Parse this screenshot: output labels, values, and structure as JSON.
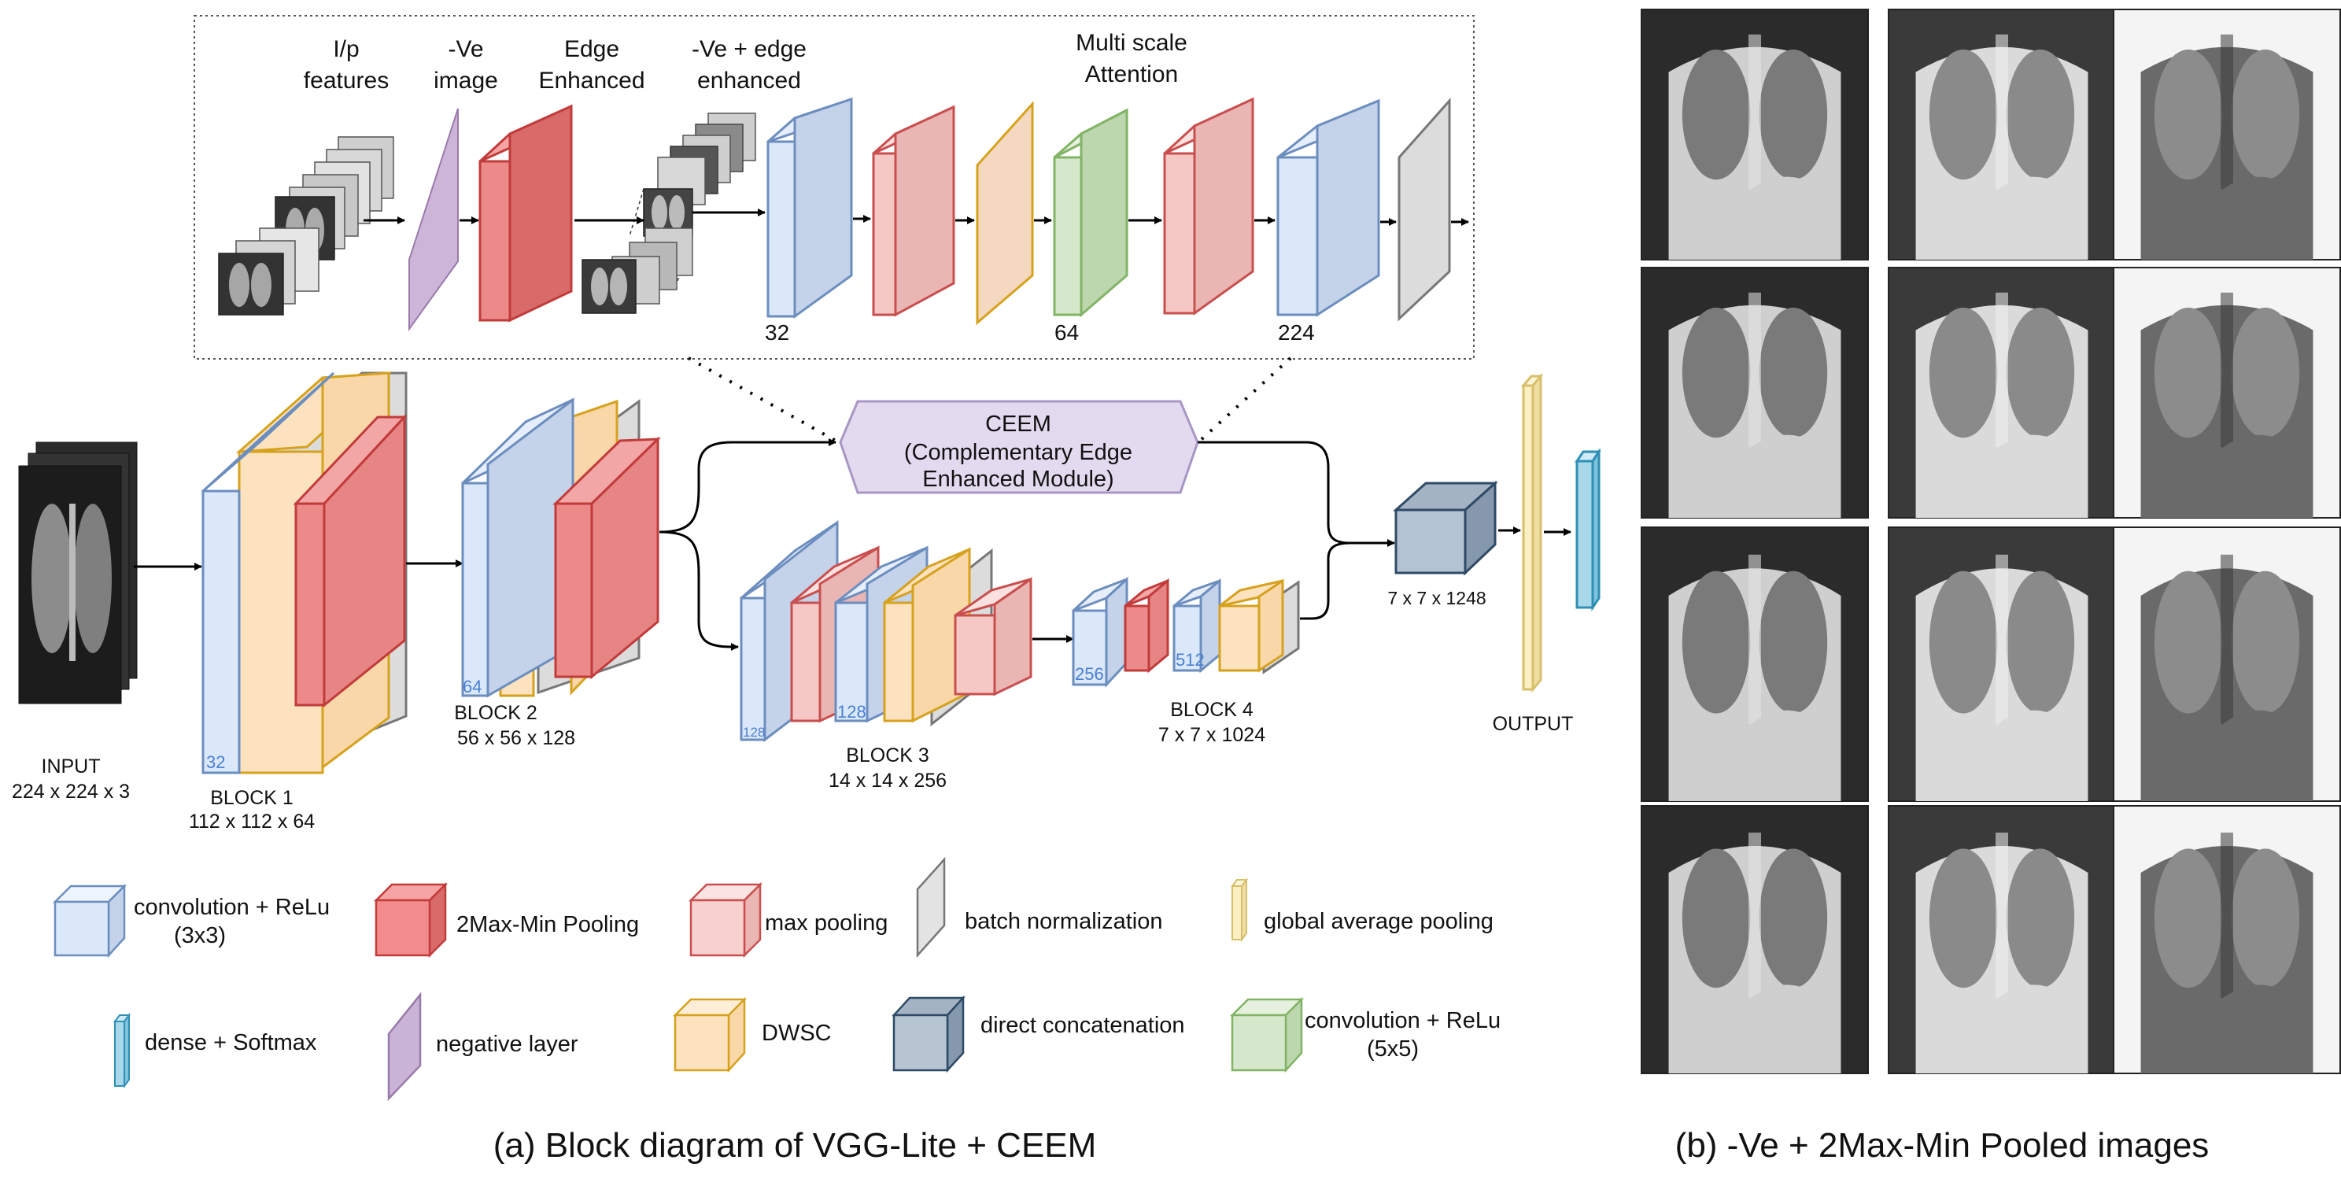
{
  "ceem_detail": {
    "labels": [
      "I/p",
      "features",
      "-Ve",
      "image",
      "Edge",
      "Enhanced",
      "-Ve + edge",
      "enhanced",
      "Multi scale",
      "Attention"
    ],
    "numbers": [
      "32",
      "64",
      "224"
    ]
  },
  "ceem_module": {
    "line1": "CEEM",
    "line2": "(Complementary Edge",
    "line3": "Enhanced Module)"
  },
  "input": {
    "title": "INPUT",
    "dims": "224 x 224 x 3"
  },
  "blocks": [
    {
      "title": "BLOCK 1",
      "dims": "112 x 112 x 64",
      "channels": "32"
    },
    {
      "title": "BLOCK 2",
      "dims": "56 x 56 x 128",
      "channels": "64"
    },
    {
      "title": "BLOCK 3",
      "dims": "14 x 14 x 256",
      "channels": [
        "128",
        "128"
      ]
    },
    {
      "title": "BLOCK 4",
      "dims": "7 x 7 x 1024",
      "channels": [
        "256",
        "512"
      ]
    }
  ],
  "concat": {
    "dims": "7 x 7 x 1248"
  },
  "output": {
    "title": "OUTPUT"
  },
  "legend": [
    {
      "label": "convolution + ReLu",
      "sub": "(3x3)",
      "color": "#dbe8fa"
    },
    {
      "label": "2Max-Min Pooling",
      "color": "#f28b8b"
    },
    {
      "label": "max pooling",
      "color": "#f8d0ce"
    },
    {
      "label": "batch normalization",
      "color": "#e3e3e3"
    },
    {
      "label": "global average pooling",
      "color": "#fbefc4"
    },
    {
      "label": "dense + Softmax",
      "color": "#a8d8ea"
    },
    {
      "label": "negative layer",
      "color": "#c9b4d6"
    },
    {
      "label": "DWSC",
      "color": "#fde2bf"
    },
    {
      "label": "direct concatenation",
      "color": "#b7c4d1"
    },
    {
      "label": "convolution + ReLu",
      "sub": "(5x5)",
      "color": "#d5e8cc"
    }
  ],
  "captions": {
    "a": "(a) Block diagram of VGG-Lite + CEEM",
    "b": "(b) -Ve + 2Max-Min Pooled images"
  },
  "colors": {
    "conv_fill": "#dbe8fa",
    "conv_stroke": "#6c8ebf",
    "dwsc_fill": "#fde2bf",
    "dwsc_stroke": "#d6a21e",
    "bn_fill": "#e3e3e3",
    "bn_stroke": "#777777",
    "pool_fill": "#f5c8c6",
    "pool_stroke": "#c94f4f",
    "minmax_fill": "#ec8a8a",
    "minmax_stroke": "#c23b3b",
    "neg_fill": "#cdb5d8",
    "neg_stroke": "#9a7aab",
    "ceem_fill": "#e4daf0",
    "ceem_stroke": "#a996c4",
    "concat_fill": "#b4c3d2",
    "concat_stroke": "#2f4a66",
    "gap_fill": "#fbefc4",
    "gap_stroke": "#d8bf6a",
    "dense_fill": "#a8d8ea",
    "dense_stroke": "#2f8fb5",
    "conv5_fill": "#d5e8cc",
    "conv5_stroke": "#82b366"
  }
}
